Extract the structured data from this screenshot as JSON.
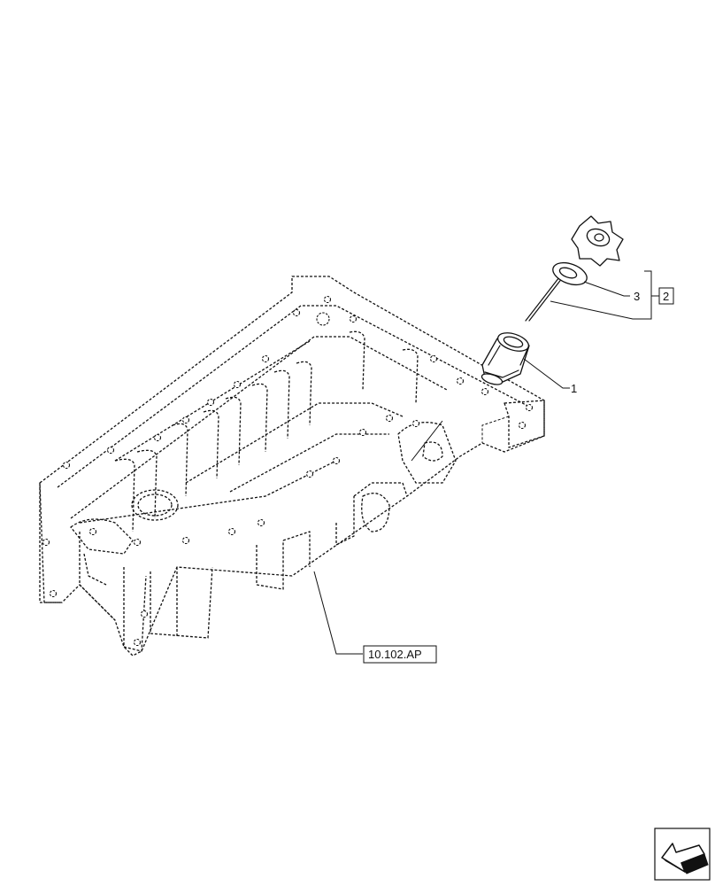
{
  "callouts": {
    "part_1": "1",
    "part_3": "3",
    "kit_2": "2",
    "ref_code": "10.102.AP"
  },
  "icons": {
    "nav_arrow": "next-page-arrow-icon"
  }
}
